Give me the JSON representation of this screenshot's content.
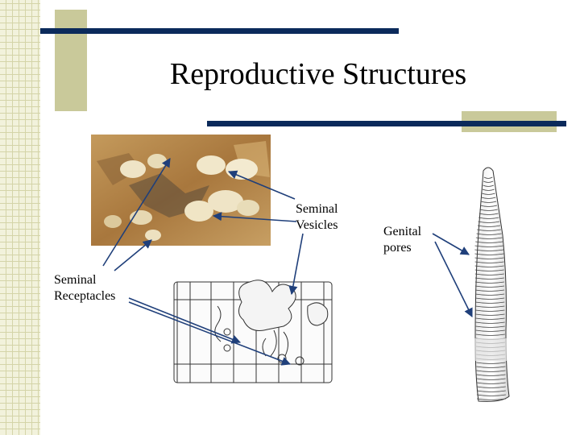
{
  "slide": {
    "title": "Reproductive Structures",
    "labels": {
      "seminal_vesicles": [
        "Seminal",
        "Vesicles"
      ],
      "seminal_receptacles": [
        "Seminal",
        "Receptacles"
      ],
      "genital_pores": [
        "Genital",
        "pores"
      ]
    }
  },
  "colors": {
    "bar": "#0b2a5b",
    "accent_block": "#c9c99a",
    "photo_bg": "#b98a4e",
    "vesicle": "#efe4c6"
  }
}
